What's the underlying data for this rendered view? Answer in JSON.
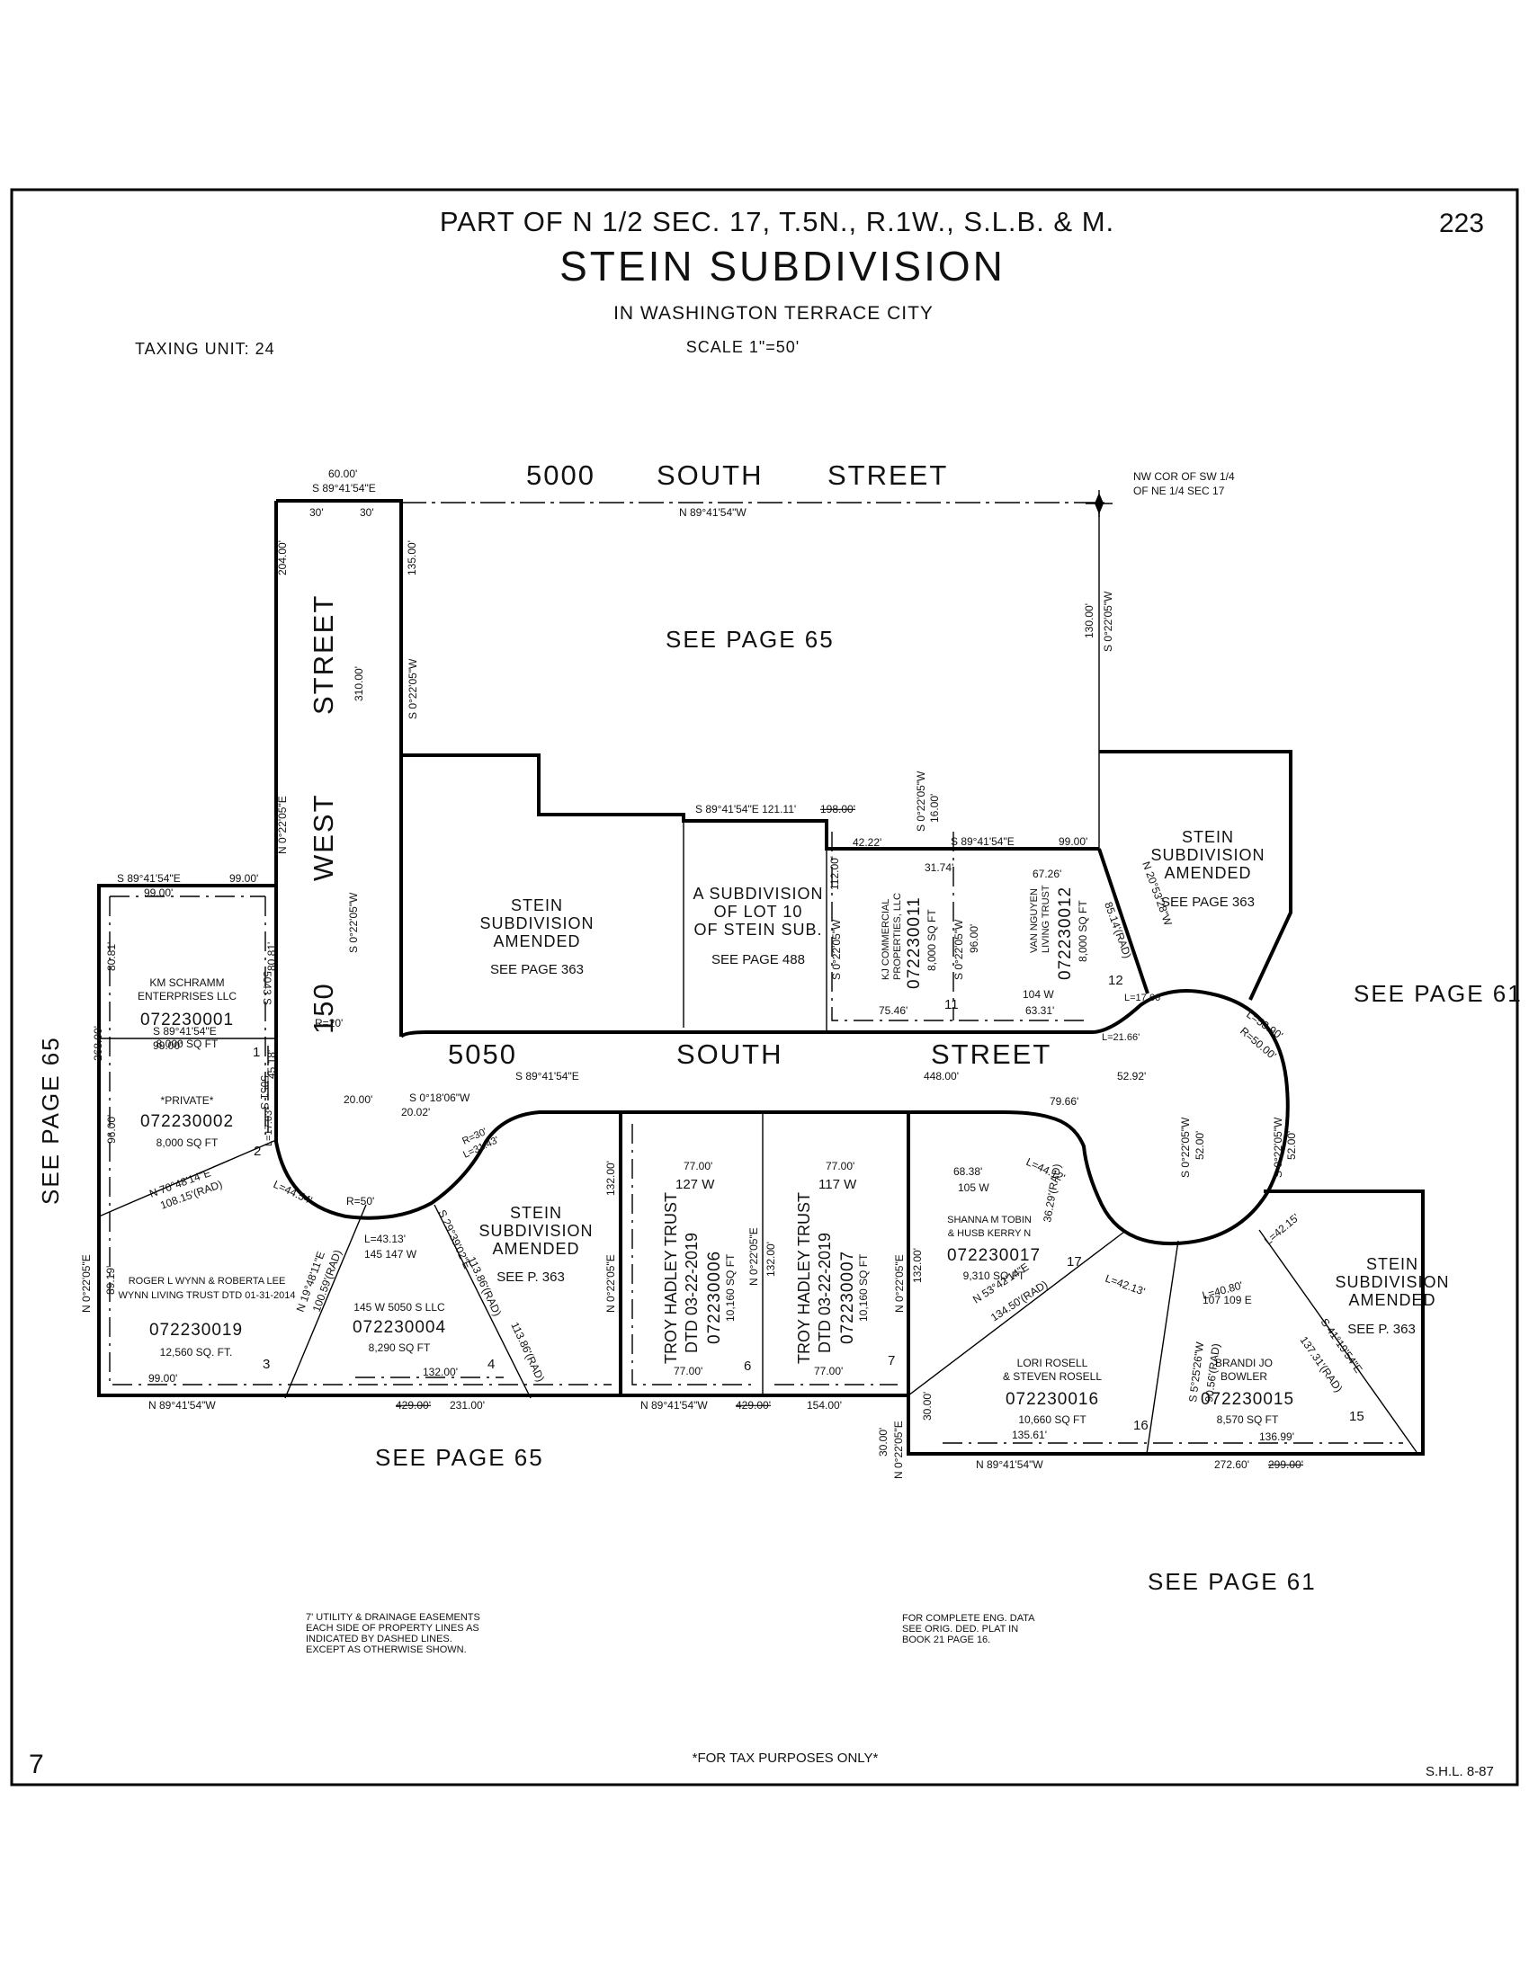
{
  "header": {
    "section_line": "PART OF N 1/2 SEC. 17, T.5N., R.1W., S.L.B. & M.",
    "title": "STEIN SUBDIVISION",
    "city": "IN WASHINGTON TERRACE CITY",
    "scale": "SCALE 1\"=50'",
    "taxing_unit": "TAXING UNIT: 24",
    "page_number": "223"
  },
  "footer": {
    "easement_note": [
      "7' UTILITY & DRAINAGE EASEMENTS",
      "EACH SIDE OF PROPERTY LINES AS",
      "INDICATED BY DASHED LINES.",
      "EXCEPT AS OTHERWISE SHOWN."
    ],
    "eng_note": [
      "FOR COMPLETE ENG. DATA",
      "SEE ORIG. DED. PLAT IN",
      "BOOK 21 PAGE 16."
    ],
    "tax_note": "*FOR TAX PURPOSES ONLY*",
    "book_number": "7",
    "initials": "S.H.L. 8-87"
  },
  "streets": {
    "north": [
      "5000",
      "SOUTH",
      "STREET"
    ],
    "middle": [
      "5050",
      "SOUTH",
      "STREET"
    ],
    "west": [
      "150",
      "WEST",
      "STREET"
    ]
  },
  "references": {
    "see_65_center": "SEE PAGE 65",
    "see_65_left": "SEE PAGE 65",
    "see_65_bottom": "SEE PAGE 65",
    "see_61_right": "SEE PAGE 61",
    "see_61_bottom": "SEE PAGE 61",
    "nw_corner": [
      "NW COR OF SW 1/4",
      "OF NE 1/4 SEC 17"
    ]
  },
  "areas": {
    "amended_center": [
      "STEIN",
      "SUBDIVISION",
      "AMENDED"
    ],
    "amended_center_ref": "SEE PAGE 363",
    "lot10_sub": [
      "A SUBDIVISION",
      "OF LOT 10",
      "OF STEIN SUB."
    ],
    "lot10_ref": "SEE PAGE 488",
    "amended_ne": [
      "STEIN",
      "SUBDIVISION",
      "AMENDED"
    ],
    "amended_ne_ref": "SEE PAGE 363",
    "amended_s": [
      "STEIN",
      "SUBDIVISION",
      "AMENDED"
    ],
    "amended_s_ref": "SEE P. 363",
    "amended_se": [
      "STEIN",
      "SUBDIVISION",
      "AMENDED"
    ],
    "amended_se_ref": "SEE P. 363"
  },
  "parcels": [
    {
      "lot": "1",
      "owner": [
        "KM SCHRAMM",
        "ENTERPRISES LLC"
      ],
      "parcel_id": "072230001",
      "area": "8,000 SQ FT",
      "address": "5043 S"
    },
    {
      "lot": "2",
      "owner": [
        "*PRIVATE*"
      ],
      "parcel_id": "072230002",
      "area": "8,000 SQ FT",
      "address": "5051 S"
    },
    {
      "lot": "3",
      "owner": [
        "ROGER L WYNN & ROBERTA LEE",
        "WYNN LIVING TRUST DTD 01-31-2014"
      ],
      "parcel_id": "072230019",
      "area": "12,560 SQ. FT."
    },
    {
      "lot": "4",
      "owner": [
        "145 W 5050 S LLC"
      ],
      "parcel_id": "072230004",
      "area": "8,290 SQ FT",
      "address": "145 147 W"
    },
    {
      "lot": "6",
      "owner": [
        "TROY HADLEY TRUST",
        "DTD 03-22-2019"
      ],
      "parcel_id": "072230006",
      "area": "10,160 SQ FT",
      "address": "127 W"
    },
    {
      "lot": "7",
      "owner": [
        "TROY HADLEY TRUST",
        "DTD 03-22-2019"
      ],
      "parcel_id": "072230007",
      "area": "10,160 SQ FT",
      "address": "117 W"
    },
    {
      "lot": "11",
      "owner": [
        "KJ COMMERCIAL",
        "PROPERTIES, LLC"
      ],
      "parcel_id": "072230011",
      "area": "8,000 SQ FT"
    },
    {
      "lot": "12",
      "owner": [
        "VAN NGUYEN",
        "LIVING TRUST"
      ],
      "parcel_id": "072230012",
      "area": "8,000 SQ FT",
      "address": "104 W"
    },
    {
      "lot": "15",
      "owner": [
        "BRANDI JO",
        "BOWLER"
      ],
      "parcel_id": "072230015",
      "area": "8,570 SQ FT"
    },
    {
      "lot": "16",
      "owner": [
        "LORI ROSELL",
        "& STEVEN ROSELL"
      ],
      "parcel_id": "072230016",
      "area": "10,660 SQ FT",
      "address": "107 109 E"
    },
    {
      "lot": "17",
      "owner": [
        "SHANNA M TOBIN",
        "& HUSB KERRY N"
      ],
      "parcel_id": "072230017",
      "area": "9,310 SQ FT",
      "address": "105 W"
    }
  ],
  "dimensions": {
    "top_60": "60.00'",
    "top_brg": "S 89°41'54\"E",
    "w30a": "30'",
    "w30b": "30'",
    "n_line": "N 89°41'54\"W",
    "d204": "204.00'",
    "d135": "135.00'",
    "d310": "310.00'",
    "brg_west_e": "N 0°22'05\"E",
    "brg_west_w": "S 0°22'05\"W",
    "brg_row": "S 0°22'05\"W",
    "d130": "130.00'",
    "brg_ne": "S 0°22'05\"W",
    "mid_brg": "S 89°41'54\"E 121.11'",
    "mid_198": "198.00'",
    "d16": "16.00'",
    "d16_brg": "S 0°22'05\"W",
    "l11_top": "42.22'",
    "l11_112": "112.00'",
    "l11_brg": "S 0°22'05\"W",
    "l11_3174": "31.74'",
    "l11_96": "96.00'",
    "l11_brg2": "S 0°22'05\"W",
    "l11_7546": "75.46'",
    "l12_top_brg": "S 89°41'54\"E",
    "l12_top_99": "99.00'",
    "l12_6726": "67.26'",
    "l12_6331": "63.31'",
    "l12_brg": "N 20°53'28\"W",
    "l12_85": "85.14'(RAD)",
    "l12_l17": "L=17.66'",
    "l12_l21": "L=21.66'",
    "l1_brg": "S 89°41'54\"E",
    "l1_99a": "99.00'",
    "l1_99b": "99.00'",
    "l1_8081a": "80.81'",
    "l1_8081b": "80.81'",
    "l2_brg": "S 89°41'54\"E",
    "l2_99": "99.00'",
    "l2_4518": "45.18'",
    "l2_96": "96.00'",
    "l2_1703": "L=17.03'",
    "l2_curve_brg": "N 70°48'14\"E",
    "l2_rad": "108.15'(RAD)",
    "r20": "R=20'",
    "d268": "268.00'",
    "d2000": "20.00'",
    "d2002": "20.02'",
    "brg_small": "S 0°18'06\"W",
    "mid_448_brg": "S 89°41'54\"E",
    "d448": "448.00'",
    "d5292": "52.92'",
    "d7966": "79.66'",
    "l3_brg": "N 0°22'05\"E",
    "l3_8919": "89.19'",
    "l3_99": "99.00'",
    "l3_L": "L=44.54'",
    "l3_rad_brg": "N 19°48'11\"E",
    "l3_rad": "100.59'(RAD)",
    "r50": "R=50'",
    "l4_L": "L=43.13'",
    "l4_132": "132.00'",
    "l4_brg": "S 29°39'02\"E",
    "l4_rad": "113.86'(RAD)",
    "l4_rad2": "113.86'(RAD)",
    "r30": "R=30'",
    "l30": "L=31.43'",
    "s_line_brg": "N 89°41'54\"W",
    "s_429": "429.00'",
    "s_231": "231.00'",
    "l6_77top": "77.00'",
    "l6_77bot": "77.00'",
    "l6_132": "132.00'",
    "l6_brg": "N 0°22'05\"E",
    "l7_77top": "77.00'",
    "l7_77bot": "77.00'",
    "l7_132": "132.00'",
    "l7_brg": "N 0°22'05\"E",
    "l7_brg2": "N 0°22'05\"E",
    "l7_132b": "132.00'",
    "s2_brg": "N 89°41'54\"W",
    "s2_429": "429.00'",
    "s2_154": "154.00'",
    "d30a": "30.00'",
    "d30b": "30.00'",
    "brg_lot16": "N 0°22'05\"E",
    "l17_6838": "68.38'",
    "l17_L": "L=44.12'",
    "l17_rad": "36.29'(RAD)",
    "l16_brg": "N 53°42'14\"E",
    "l16_rad": "134.50'(RAD)",
    "l16_L": "L=42.13'",
    "l16_135": "135.61'",
    "l16_sbrg": "S 5°25'26\"W",
    "l16_9056": "90.56'(RAD)",
    "l15_L": "L=40.80'",
    "l15_L2": "L=42.15'",
    "l15_137": "136.99'",
    "l15_brg": "S 41°19'54\"E",
    "l15_rad": "137.31'(RAD)",
    "cul_L": "L=53.90'",
    "cul_R": "R=50.00'",
    "cul_52a": "52.00'",
    "cul_52b": "52.00'",
    "cul_brg_a": "S 0°22'05\"W",
    "cul_brg_b": "S 0°22'05\"W",
    "s3_brg": "N 89°41'54\"W",
    "s3_272": "272.60'",
    "s3_299": "299.00'"
  }
}
